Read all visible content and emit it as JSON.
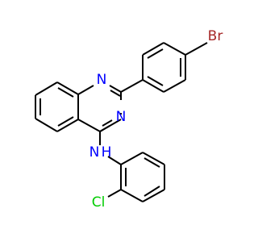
{
  "molecule": {
    "atoms": [
      {
        "id": "n1",
        "symbol": "N",
        "color": "#0000ff"
      },
      {
        "id": "n3",
        "symbol": "N",
        "color": "#0000ff"
      },
      {
        "id": "nh",
        "symbol": "N",
        "color": "#0000ff"
      },
      {
        "id": "h",
        "symbol": "H",
        "color": "#0000ff"
      },
      {
        "id": "br",
        "symbol": "Br",
        "color": "#a62929"
      },
      {
        "id": "cl",
        "symbol": "Cl",
        "color": "#00cc00"
      }
    ],
    "bond_color": "#000000",
    "background": "#ffffff"
  }
}
